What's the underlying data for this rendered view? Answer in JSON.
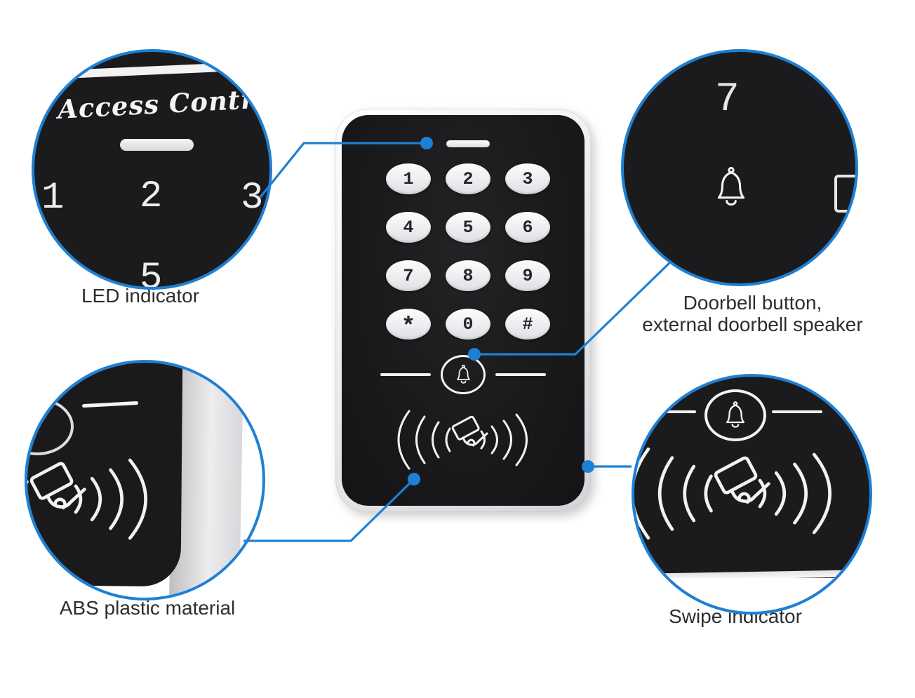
{
  "colors": {
    "accent_blue": "#1e80d4",
    "device_panel_black": "#1a1a1c",
    "device_body_silver": "#ededef",
    "key_fill": "#f3f3f5",
    "label_text": "#2e2e2e"
  },
  "device": {
    "brand": "Access Control",
    "keys": [
      "1",
      "2",
      "3",
      "4",
      "5",
      "6",
      "7",
      "8",
      "9",
      "*",
      "0",
      "#"
    ]
  },
  "callouts": {
    "led": {
      "label": "LED indicator"
    },
    "doorbell": {
      "label_line1": "Doorbell button,",
      "label_line2": "external doorbell speaker"
    },
    "abs": {
      "label": "ABS plastic material"
    },
    "swipe": {
      "label": "Swipe indicator"
    }
  },
  "magnifiers": {
    "top_left": {
      "brand": "Access Control",
      "digits": [
        "1",
        "2",
        "3"
      ],
      "partial_digit": "5"
    },
    "top_right": {
      "digit": "7"
    }
  },
  "icons": {
    "doorbell": "bell-icon",
    "swipe": "card-swipe-with-waves-icon",
    "led": "led-indicator-bar"
  }
}
